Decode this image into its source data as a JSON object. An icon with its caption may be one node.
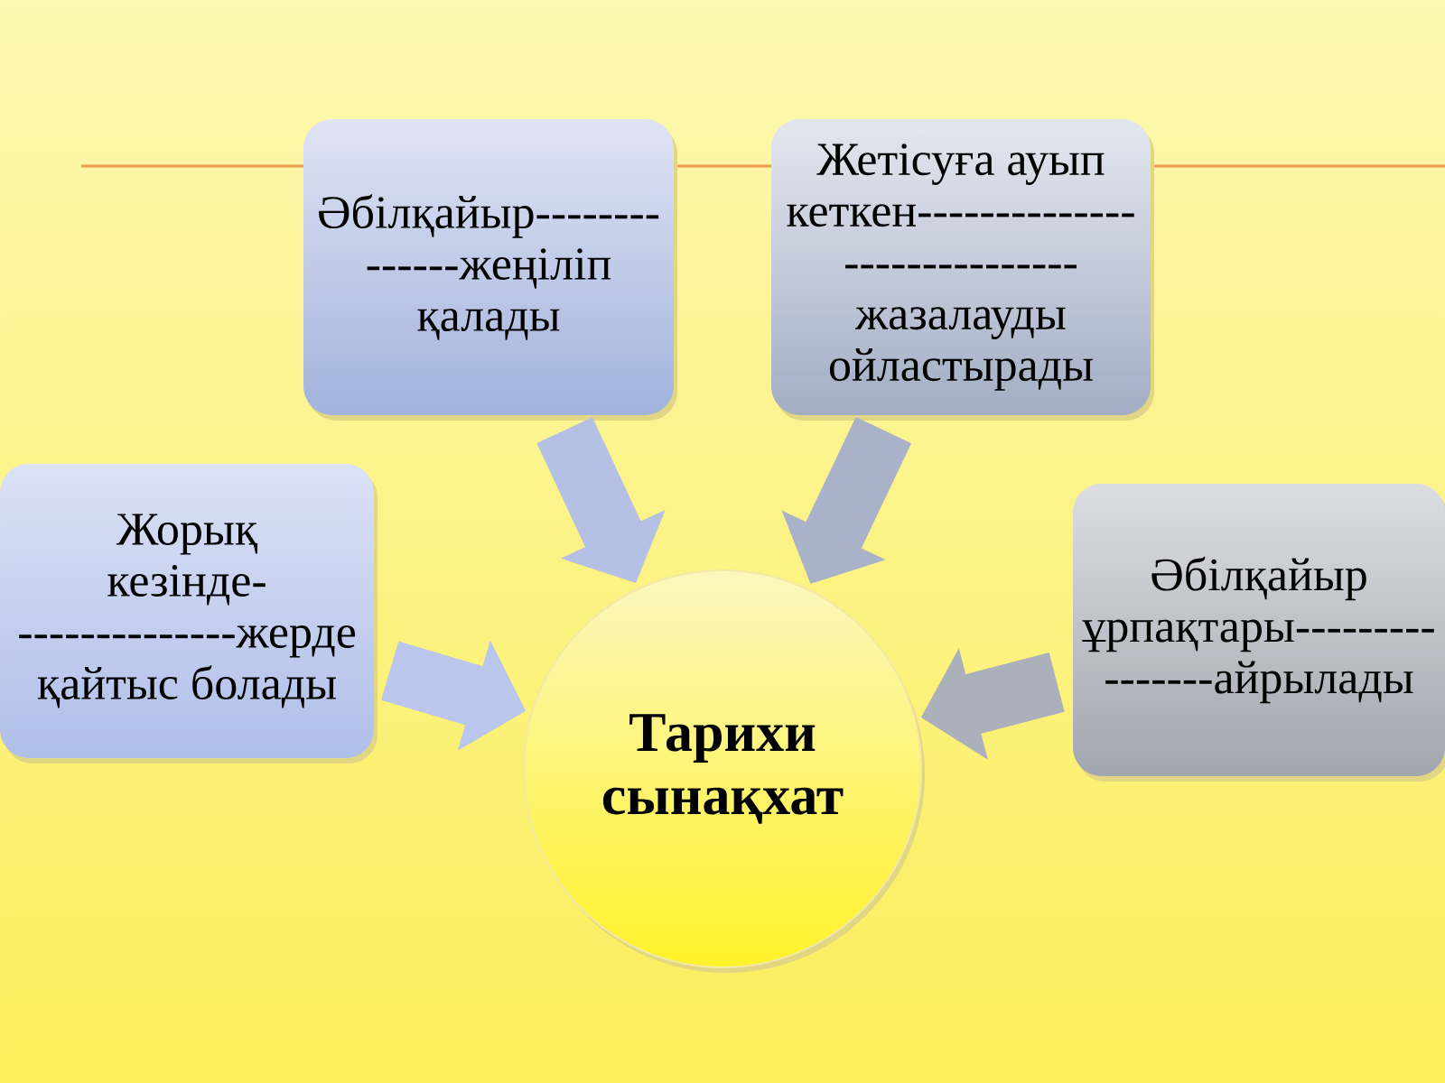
{
  "diagram": {
    "nodes": [
      {
        "text": [
          "Әбілқайыр--------------жеңіліп қалады"
        ]
      },
      {
        "text": [
          "Жетісуға ауып кеткен----------------------------- жазалауды ойластырады"
        ]
      },
      {
        "text": [
          "Жорық кезінде---------------жерде қайтыс болады"
        ]
      },
      {
        "text": [
          "Әбілқайыр ұрпақтары----------------айрылады"
        ]
      },
      {
        "text": [
          "Тарихи сынақхат"
        ]
      }
    ],
    "edges": [
      {
        "from": 0,
        "to": 4,
        "arrow": "to"
      },
      {
        "from": 1,
        "to": 4,
        "arrow": "to"
      },
      {
        "from": 2,
        "to": 4,
        "arrow": "to"
      },
      {
        "from": 3,
        "to": 4,
        "arrow": "to"
      }
    ]
  }
}
